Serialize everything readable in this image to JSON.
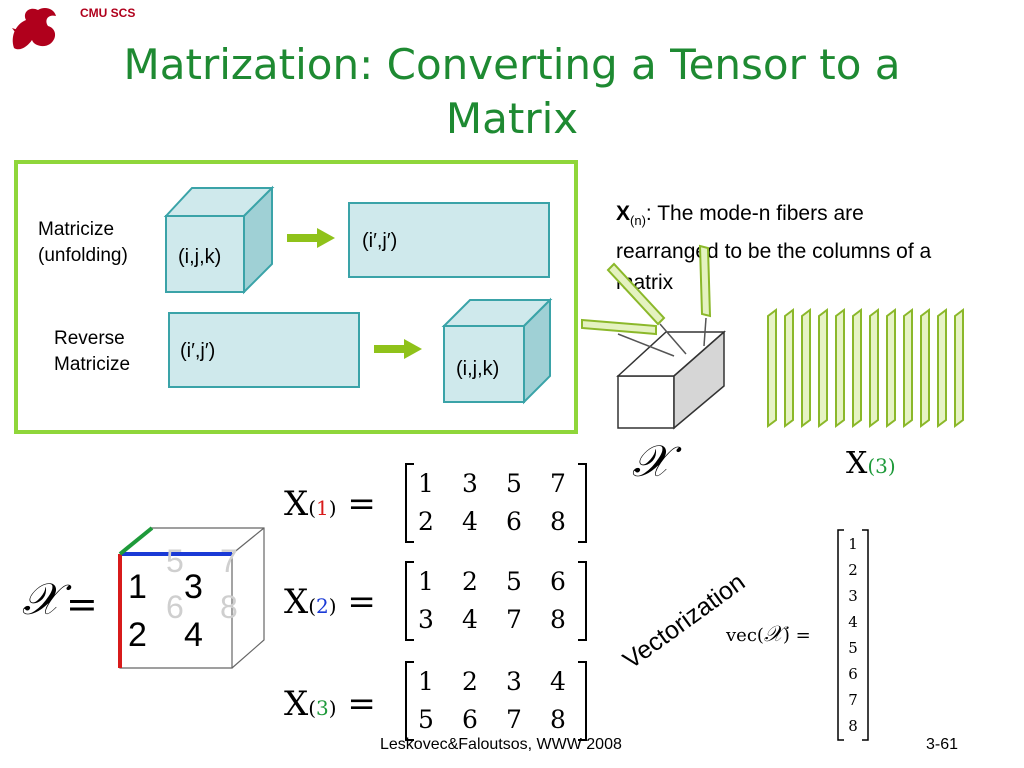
{
  "header": {
    "org": "CMU SCS"
  },
  "title": "Matrization: Converting a Tensor to a Matrix",
  "left_panel": {
    "matricize_label_1": "Matricize",
    "matricize_label_2": "(unfolding)",
    "reverse_label_1": "Reverse",
    "reverse_label_2": "Matricize",
    "cube_label": "(i,j,k)",
    "matrix_label": "(i′,j′)"
  },
  "description": {
    "symbol": "X",
    "subscript": "(n)",
    "text": ": The mode-n fibers are rearranged to be the columns of a matrix"
  },
  "tensor_symbol": "𝒳",
  "unfolded_symbol": "X",
  "unfolded_sub": "(3)",
  "cube_numbers": {
    "front": [
      "1",
      "3",
      "2",
      "4"
    ],
    "back": [
      "5",
      "7",
      "6",
      "8"
    ]
  },
  "matrices": [
    {
      "mode": "1",
      "row1": [
        "1",
        "3",
        "5",
        "7"
      ],
      "row2": [
        "2",
        "4",
        "6",
        "8"
      ]
    },
    {
      "mode": "2",
      "row1": [
        "1",
        "2",
        "5",
        "6"
      ],
      "row2": [
        "3",
        "4",
        "7",
        "8"
      ]
    },
    {
      "mode": "3",
      "row1": [
        "1",
        "2",
        "3",
        "4"
      ],
      "row2": [
        "5",
        "6",
        "7",
        "8"
      ]
    }
  ],
  "colors": {
    "mode1": "#d81b1b",
    "mode2": "#1a3ad6",
    "mode3": "#1e9a3a",
    "title": "#1e8a32",
    "box_border": "#8fd63a"
  },
  "vectorization": {
    "label": "Vectorization",
    "vec_text": "vec(",
    "vec_close": ") =",
    "values": [
      "1",
      "2",
      "3",
      "4",
      "5",
      "6",
      "7",
      "8"
    ]
  },
  "footer": {
    "citation": "Leskovec&Faloutsos, WWW 2008",
    "page": "3-61"
  }
}
